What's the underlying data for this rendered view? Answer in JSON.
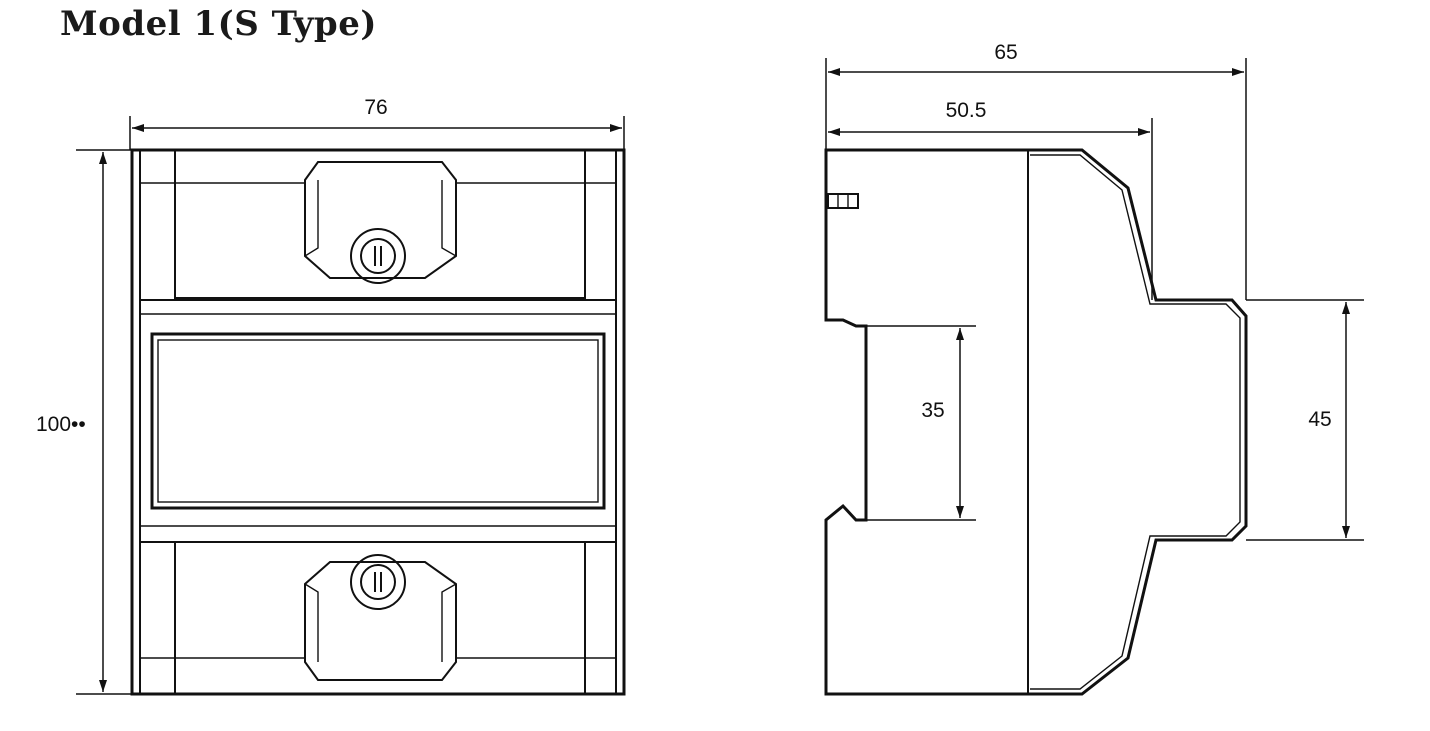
{
  "title": "Model 1(S Type)",
  "front_view": {
    "width_label": "76",
    "height_label": "100••"
  },
  "side_view": {
    "depth_total_label": "65",
    "depth_partial_label": "50.5",
    "rail_inner_label": "35",
    "rail_outer_label": "45"
  }
}
